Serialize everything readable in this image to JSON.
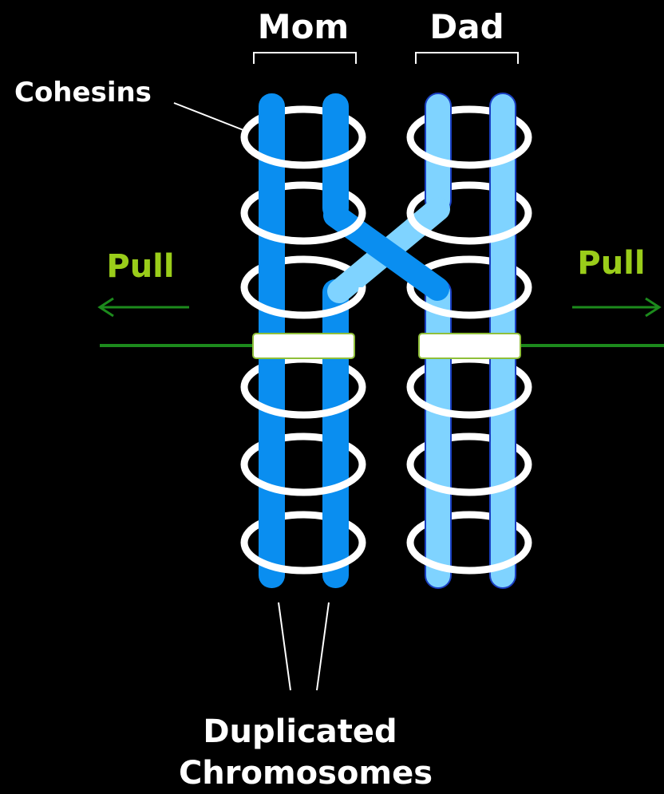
{
  "labels": {
    "mom": "Mom",
    "dad": "Dad",
    "cohesins": "Cohesins",
    "pull_left": "Pull",
    "pull_right": "Pull",
    "duplicated_line1": "Duplicated",
    "duplicated_line2": "Chromosomes"
  },
  "colors": {
    "background": "#000000",
    "text": "#ffffff",
    "pull_text": "#9acd1a",
    "mom_chromatid": "#0a8ef0",
    "dad_chromatid": "#7fd3ff",
    "dad_outline": "#1a3fc2",
    "cohesin_ring": "#ffffff",
    "spindle": "#1c8a1c",
    "centromere_border": "#8fbf3a"
  }
}
